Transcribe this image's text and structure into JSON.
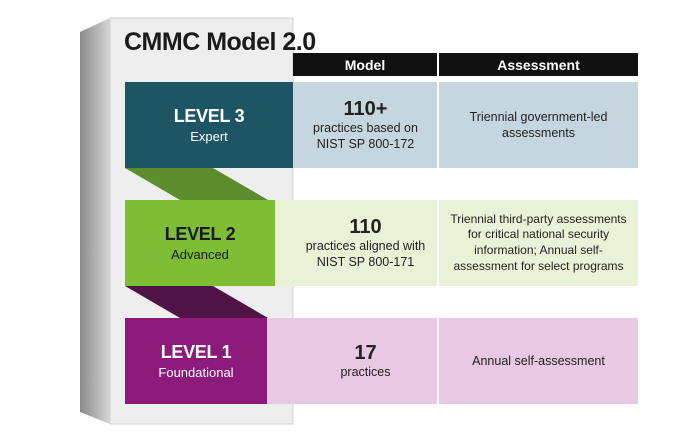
{
  "title": "CMMC Model 2.0",
  "headers": {
    "model": "Model",
    "assessment": "Assessment"
  },
  "levels": [
    {
      "title": "LEVEL 3",
      "subtitle": "Expert",
      "model_count": "110+",
      "model_desc": "practices based on NIST SP 800-172",
      "assessment": "Triennial government-led assessments",
      "colors": {
        "box": "#1d5565",
        "row": "#c5d6df"
      }
    },
    {
      "title": "LEVEL 2",
      "subtitle": "Advanced",
      "model_count": "110",
      "model_desc": "practices aligned with NIST SP 800-171",
      "assessment": "Triennial third-party assessments for critical national security information; Annual self-assessment for select programs",
      "colors": {
        "box": "#7ebd35",
        "row": "#e9f2d6"
      }
    },
    {
      "title": "LEVEL 1",
      "subtitle": "Foundational",
      "model_count": "17",
      "model_desc": "practices",
      "assessment": "Annual self-assessment",
      "colors": {
        "box": "#8c1a7b",
        "row": "#e8c8e2"
      }
    }
  ]
}
